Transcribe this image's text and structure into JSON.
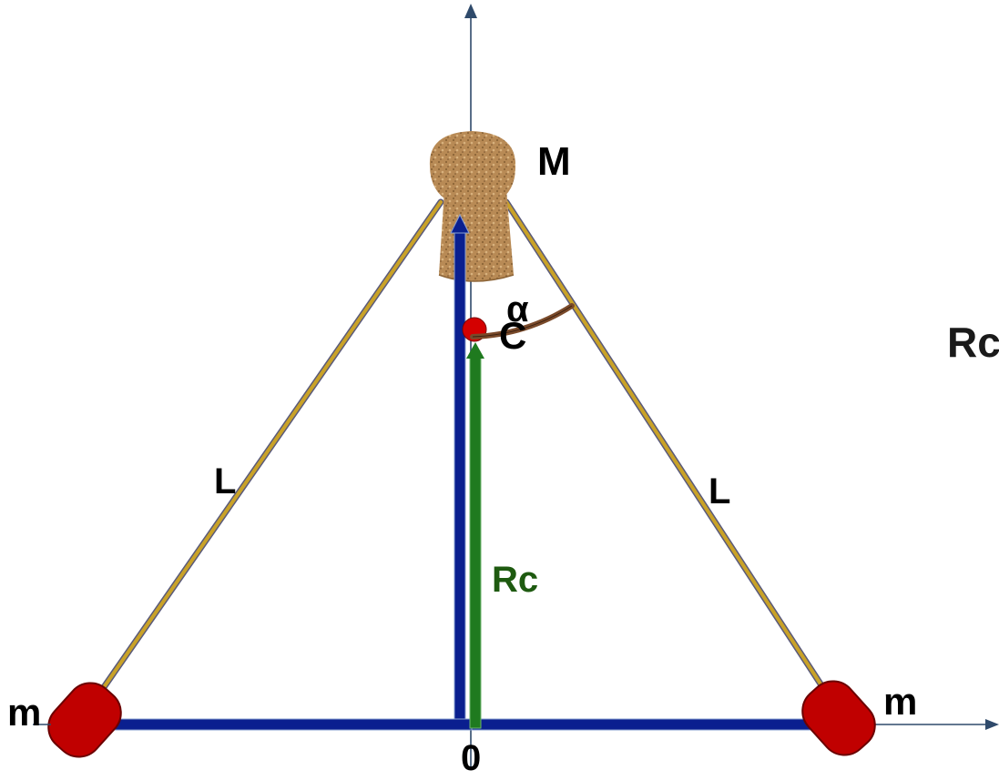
{
  "diagram": {
    "labels": {
      "top_mass": "M",
      "left_mass": "m",
      "right_mass": "m",
      "left_rod": "L",
      "right_rod": "L",
      "angle": "α",
      "center": "C",
      "vector": "Rc",
      "origin": "0",
      "cut_off_text": "Rc"
    },
    "colors": {
      "axis": "#2f4a6b",
      "rod": "#c9a227",
      "rod_edge": "#5a5a7a",
      "blue_vector": "#0a1f8f",
      "green_vector": "#1f7a1f",
      "green_label": "#1e5a10",
      "mass_red": "#c00000",
      "center_dot": "#d40000",
      "angle_arc": "#7a4a2a",
      "cork": "#b88a55",
      "text": "#000000"
    }
  }
}
